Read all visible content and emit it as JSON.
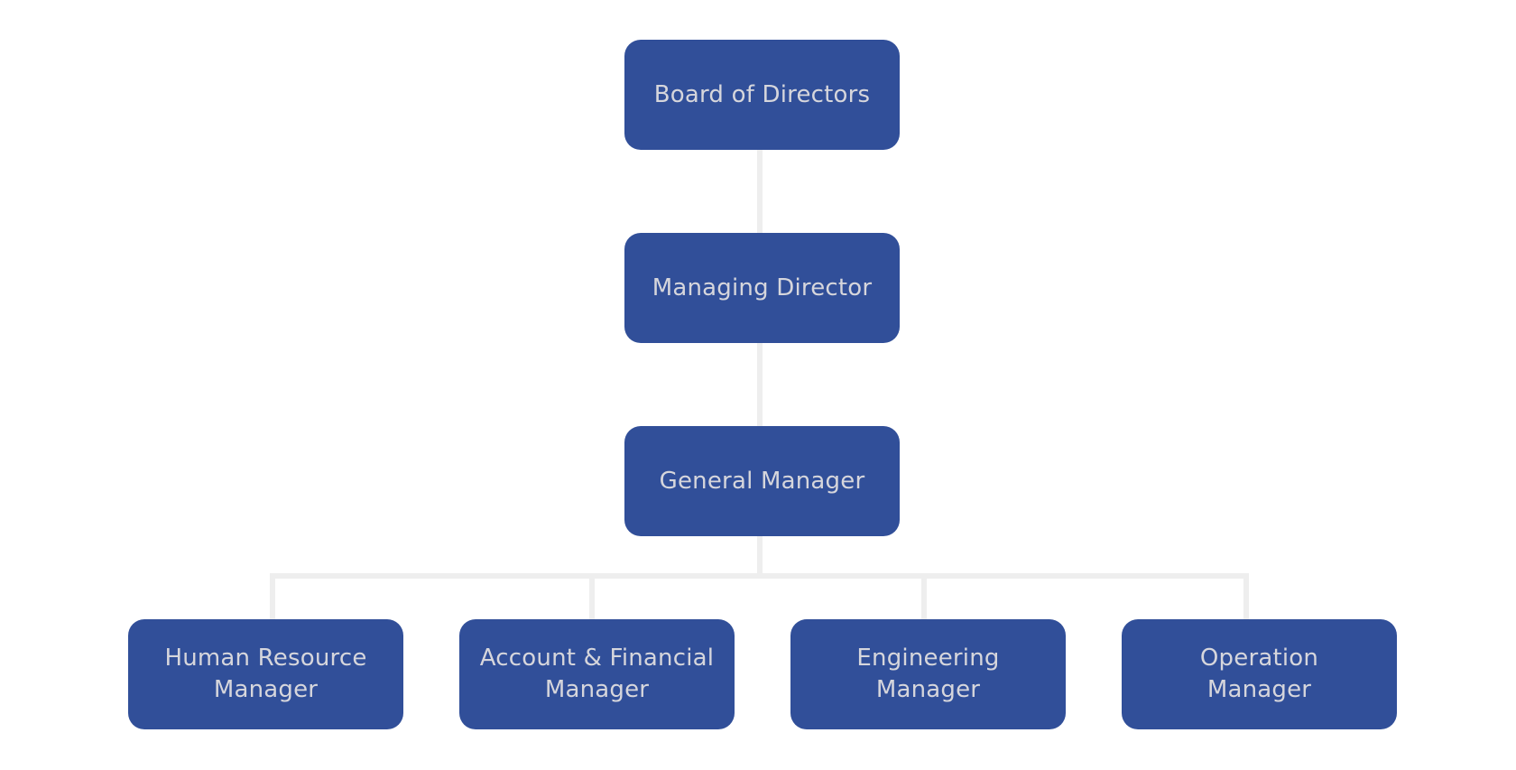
{
  "colors": {
    "node_fill": "#314f99",
    "node_text": "#d6d6dc",
    "connector": "#eeeeee",
    "background": "#ffffff"
  },
  "org_chart": {
    "levels": [
      {
        "nodes": [
          {
            "id": "board",
            "lines": [
              "Board of Directors"
            ]
          }
        ]
      },
      {
        "nodes": [
          {
            "id": "md",
            "lines": [
              "Managing Director"
            ]
          }
        ]
      },
      {
        "nodes": [
          {
            "id": "gm",
            "lines": [
              "General Manager"
            ]
          }
        ]
      },
      {
        "nodes": [
          {
            "id": "hr",
            "lines": [
              "Human Resource",
              "Manager"
            ]
          },
          {
            "id": "afm",
            "lines": [
              "Account & Financial",
              "Manager"
            ]
          },
          {
            "id": "eng",
            "lines": [
              "Engineering",
              "Manager"
            ]
          },
          {
            "id": "ops",
            "lines": [
              "Operation",
              "Manager"
            ]
          }
        ]
      }
    ],
    "edges": [
      [
        "board",
        "md"
      ],
      [
        "md",
        "gm"
      ],
      [
        "gm",
        "hr"
      ],
      [
        "gm",
        "afm"
      ],
      [
        "gm",
        "eng"
      ],
      [
        "gm",
        "ops"
      ]
    ]
  }
}
